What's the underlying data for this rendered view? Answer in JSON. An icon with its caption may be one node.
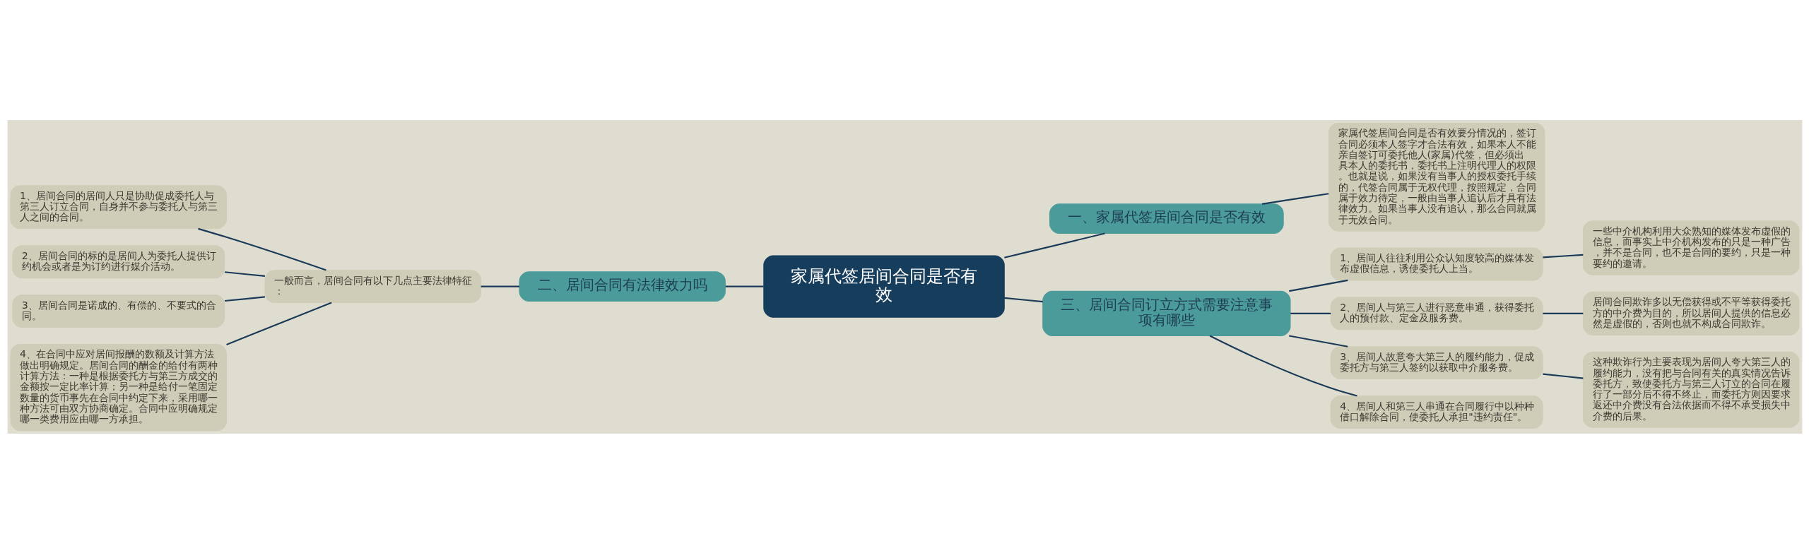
{
  "diagram": {
    "nodes": [
      {
        "text": [
          "家属代签居间合同是否有效"
        ]
      },
      {
        "text": [
          "一、家属代签居间合同是否有效"
        ]
      },
      {
        "text": [
          "家属代签居间合同是否有效要分情况的，签订合同必须本人签字才合法有效，如果本人不能亲自签订可委托他人(家属)代签，但必须出具本人的委托书，委托书上注明代理人的权限。也就是说，如果没有当事人的授权委托手续的，代签合同属于无权代理，按照规定，合同属于效力待定，一般由当事人追认后才具有法律效力。如果当事人没有追认，那么合同就属于无效合同。"
        ]
      },
      {
        "text": [
          "二、居间合同有法律效力吗"
        ]
      },
      {
        "text": [
          "一般而言，居间合同有以下几点主要法律特征："
        ]
      },
      {
        "text": [
          "1、居间合同的居间人只是协助促成委托人与第三人订立合同，自身并不参与委托人与第三人之间的合同。"
        ]
      },
      {
        "text": [
          "2、居间合同的标的是居间人为委托人提供订约机会或者是为订约进行媒介活动。"
        ]
      },
      {
        "text": [
          "3、居间合同是诺成的、有偿的、不要式的合同。"
        ]
      },
      {
        "text": [
          "4、在合同中应对居间报酬的数额及计算方法做出明确规定。居间合同的酬金的给付有两种计算方法：一种是根据委托方与第三方成交的金额按一定比率计算；另一种是给付一笔固定数量的货币事先在合同中约定下来，采用哪一种方法可由双方协商确定。合同中应明确规定哪一类费用应由哪一方承担。"
        ]
      },
      {
        "text": [
          "三、居间合同订立方式需要注意事项有哪些"
        ]
      },
      {
        "text": [
          "1、居间人往往利用公众认知度较高的媒体发布虚假信息，诱使委托人上当。"
        ]
      },
      {
        "text": [
          "一些中介机构利用大众熟知的媒体发布虚假的信息，而事实上中介机构发布的只是一种广告，并不是合同，也不是合同的要约，只是一种要约的邀请。"
        ]
      },
      {
        "text": [
          "2、居间人与第三人进行恶意串通，获得委托人的预付款、定金及服务费。"
        ]
      },
      {
        "text": [
          "居间合同欺诈多以无偿获得或不平等获得委托方的中介费为目的，所以居间人提供的信息必然是虚假的，否则也就不构成合同欺诈。"
        ]
      },
      {
        "text": [
          "3、居间人故意夸大第三人的履约能力，促成委托方与第三人签约以获取中介服务费。"
        ]
      },
      {
        "text": [
          "这种欺诈行为主要表现为居间人夸大第三人的履约能力，没有把与合同有关的真实情况告诉委托方，致使委托方与第三人订立的合同在履行了一部分后不得不终止，而委托方则因要求返还中介费没有合法依据而不得不承受损失中介费的后果。"
        ]
      },
      {
        "text": [
          "4、居间人和第三人串通在合同履行中以种种借口解除合同，使委托人承担\"违约责任\"。"
        ]
      }
    ],
    "edges": [
      {
        "from": 0,
        "to": 1,
        "arrow": "none"
      },
      {
        "from": 1,
        "to": 2,
        "arrow": "none"
      },
      {
        "from": 0,
        "to": 3,
        "arrow": "none"
      },
      {
        "from": 3,
        "to": 4,
        "arrow": "none"
      },
      {
        "from": 4,
        "to": 5,
        "arrow": "none"
      },
      {
        "from": 4,
        "to": 6,
        "arrow": "none"
      },
      {
        "from": 4,
        "to": 7,
        "arrow": "none"
      },
      {
        "from": 4,
        "to": 8,
        "arrow": "none"
      },
      {
        "from": 0,
        "to": 9,
        "arrow": "none"
      },
      {
        "from": 9,
        "to": 10,
        "arrow": "none"
      },
      {
        "from": 10,
        "to": 11,
        "arrow": "none"
      },
      {
        "from": 9,
        "to": 12,
        "arrow": "none"
      },
      {
        "from": 12,
        "to": 13,
        "arrow": "none"
      },
      {
        "from": 9,
        "to": 14,
        "arrow": "none"
      },
      {
        "from": 14,
        "to": 15,
        "arrow": "none"
      },
      {
        "from": 9,
        "to": 16,
        "arrow": "none"
      }
    ]
  }
}
